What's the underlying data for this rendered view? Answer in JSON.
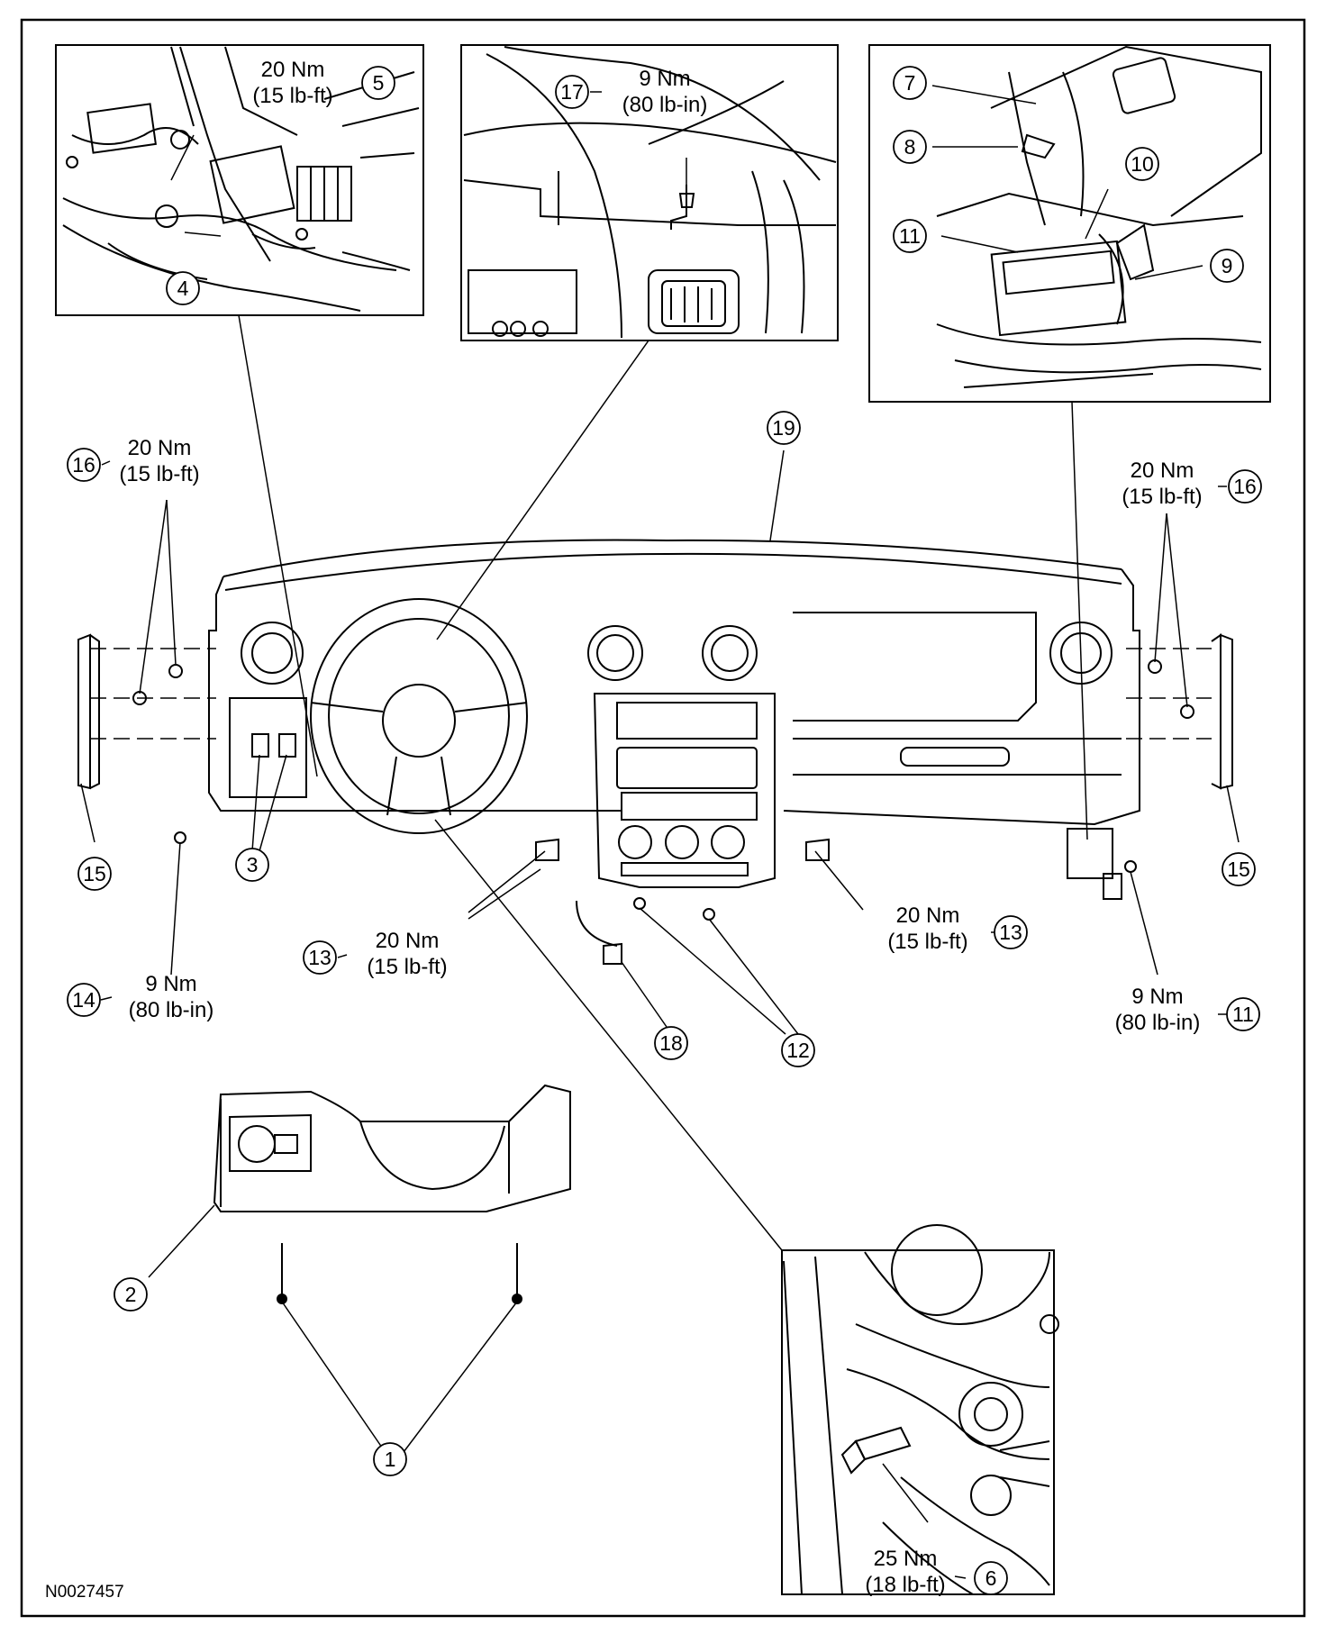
{
  "drawing_code": "N0027457",
  "callouts": {
    "c1": "1",
    "c2": "2",
    "c3": "3",
    "c4": "4",
    "c5": "5",
    "c6": "6",
    "c7": "7",
    "c8": "8",
    "c9": "9",
    "c10": "10",
    "c11_inset": "11",
    "c11_lower": "11",
    "c12": "12",
    "c13_left": "13",
    "c13_right": "13",
    "c14": "14",
    "c15_left": "15",
    "c15_right": "15",
    "c16_left": "16",
    "c16_right": "16",
    "c17": "17",
    "c18": "18",
    "c19": "19"
  },
  "torques": {
    "t5": {
      "nm": "20 Nm",
      "imp": "(15 lb-ft)"
    },
    "t17": {
      "nm": "9 Nm",
      "imp": "(80 lb-in)"
    },
    "t16_left": {
      "nm": "20 Nm",
      "imp": "(15 lb-ft)"
    },
    "t16_right": {
      "nm": "20 Nm",
      "imp": "(15 lb-ft)"
    },
    "t13_left": {
      "nm": "20 Nm",
      "imp": "(15 lb-ft)"
    },
    "t13_right": {
      "nm": "20 Nm",
      "imp": "(15 lb-ft)"
    },
    "t14": {
      "nm": "9 Nm",
      "imp": "(80 lb-in)"
    },
    "t11": {
      "nm": "9 Nm",
      "imp": "(80 lb-in)"
    },
    "t6": {
      "nm": "25 Nm",
      "imp": "(18 lb-ft)"
    }
  },
  "colors": {
    "ink": "#000000",
    "paper": "#ffffff"
  }
}
